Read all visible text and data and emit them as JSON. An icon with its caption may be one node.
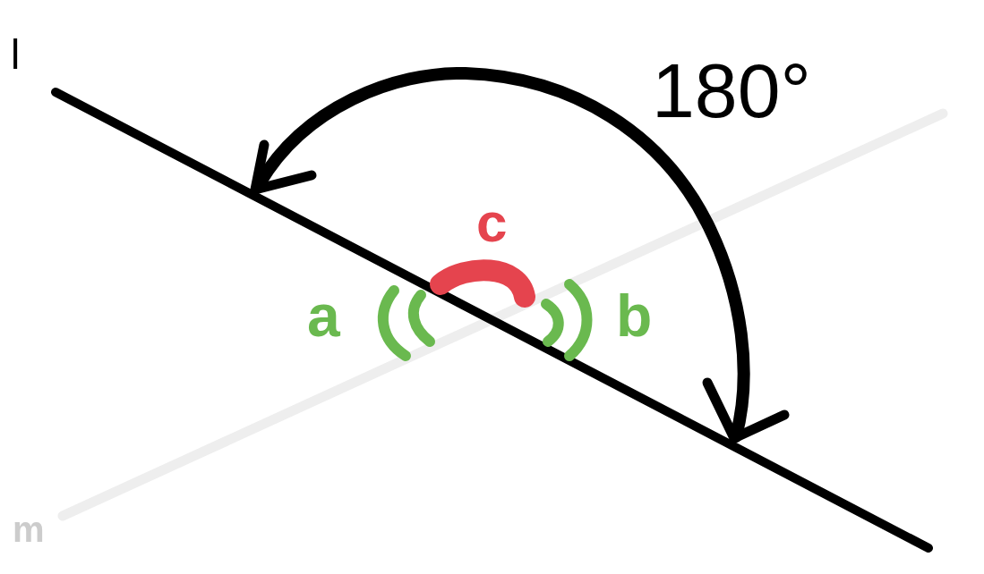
{
  "diagram": {
    "labels": [
      "l",
      "180°",
      "c",
      "a",
      "b",
      "m"
    ]
  }
}
